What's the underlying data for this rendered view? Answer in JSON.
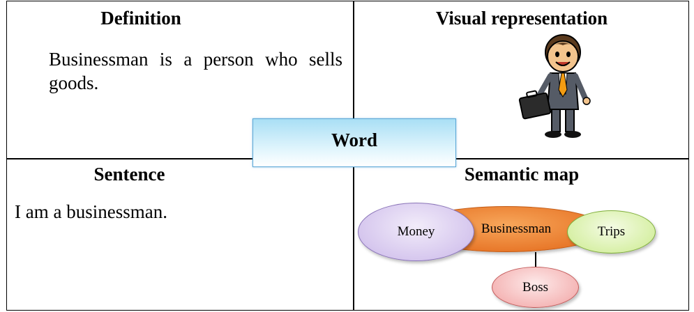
{
  "cells": {
    "definition": {
      "heading": "Definition",
      "text": "Businessman is a person who sells goods."
    },
    "visual": {
      "heading": "Visual representation"
    },
    "sentence": {
      "heading": "Sentence",
      "text": "I am a businessman."
    },
    "semantic_map": {
      "heading": "Semantic map",
      "nodes": {
        "center": "Businessman",
        "left": "Money",
        "right": "Trips",
        "bottom": "Boss"
      }
    }
  },
  "word_box": {
    "label": "Word"
  },
  "colors": {
    "word_box_border": "#5aa6d6",
    "center_node": "#e8782a",
    "money_node": "#d6c7ee",
    "trips_node": "#d8f0a8",
    "boss_node": "#f5b8b8"
  },
  "icons": {
    "visual": "businessman-illustration"
  }
}
